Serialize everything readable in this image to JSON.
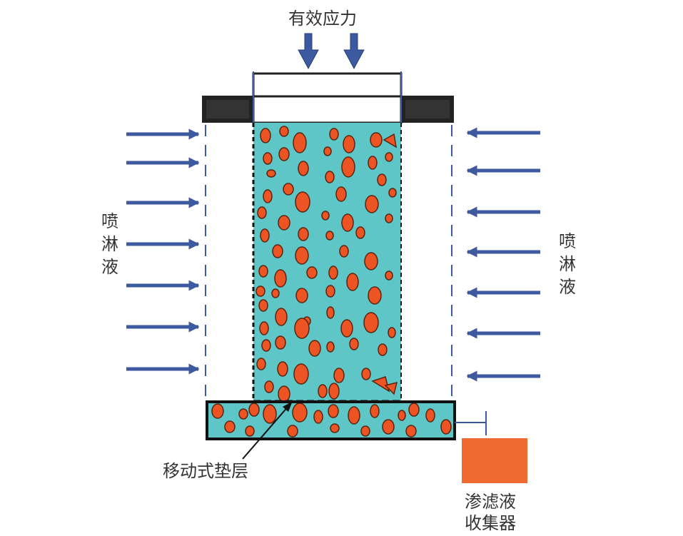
{
  "labels": {
    "top": "有效应力",
    "left_vertical": "喷\n淋\n液",
    "right_vertical": "喷\n淋\n液",
    "bottom_left": "移动式垫层",
    "collector": "渗滤液\n收集器"
  },
  "colors": {
    "arrow": "#3d5aa0",
    "soil": "#5ec6c6",
    "particle": "#ec5523",
    "collector": "#ef6a30",
    "ring": "#222222",
    "boundary": "#3d5aa0"
  }
}
